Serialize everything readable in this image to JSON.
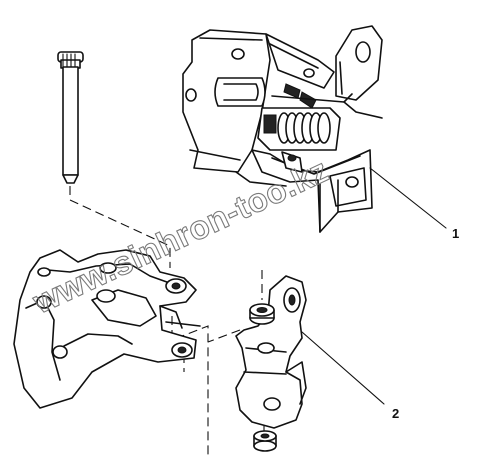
{
  "callouts": [
    {
      "id": "1",
      "label": "1"
    },
    {
      "id": "2",
      "label": "2"
    }
  ],
  "watermark": {
    "text": "www.sinhron-too.kz"
  },
  "colors": {
    "line": "#111111",
    "watermark": "#7a7a7a",
    "background": "#ffffff"
  }
}
